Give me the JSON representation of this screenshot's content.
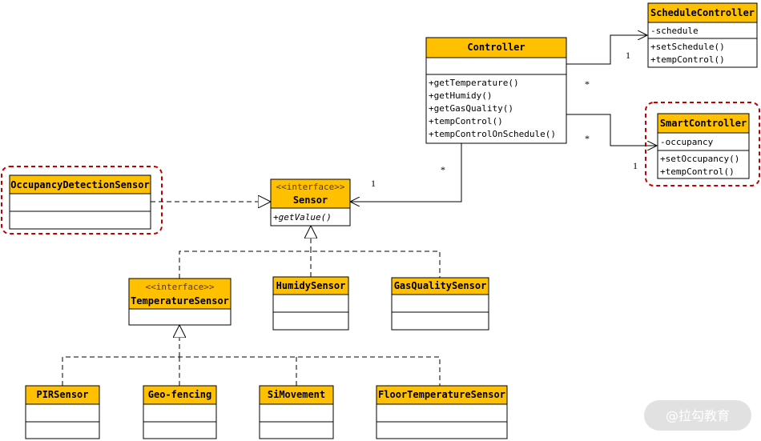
{
  "classes": {
    "controller": {
      "name": "Controller",
      "methods": [
        "+getTemperature()",
        "+getHumidy()",
        "+getGasQuality()",
        "+tempControl()",
        "+tempControlOnSchedule()"
      ]
    },
    "schedule_controller": {
      "name": "ScheduleController",
      "attributes": [
        "-schedule"
      ],
      "methods": [
        "+setSchedule()",
        "+tempControl()"
      ]
    },
    "smart_controller": {
      "name": "SmartController",
      "attributes": [
        "-occupancy"
      ],
      "methods": [
        "+setOccupancy()",
        "+tempControl()"
      ]
    },
    "sensor": {
      "stereotype": "<<interface>>",
      "name": "Sensor",
      "methods": [
        "+getValue()"
      ]
    },
    "occupancy_sensor": {
      "name": "OccupancyDetectionSensor"
    },
    "temperature_sensor": {
      "stereotype": "<<interface>>",
      "name": "TemperatureSensor"
    },
    "humidy_sensor": {
      "name": "HumidySensor"
    },
    "gas_quality_sensor": {
      "name": "GasQualitySensor"
    },
    "pir_sensor": {
      "name": "PIRSensor"
    },
    "geo_fencing": {
      "name": "Geo-fencing"
    },
    "sim_movement": {
      "name": "SiMovement"
    },
    "floor_temperature_sensor": {
      "name": "FloorTemperatureSensor"
    }
  },
  "multiplicities": {
    "controller_schedule_one": "1",
    "controller_schedule_many": "*",
    "controller_smart_many": "*",
    "controller_smart_one": "1",
    "controller_sensor_many": "*",
    "controller_sensor_one": "1"
  },
  "watermark": "@拉勾教育",
  "colors": {
    "class_header": "#ffc000",
    "highlight_border": "#c00000",
    "line": "#000000"
  }
}
